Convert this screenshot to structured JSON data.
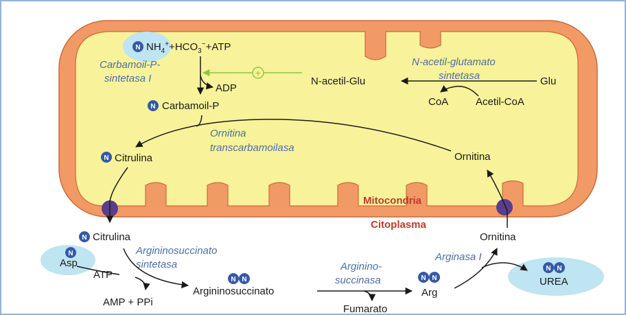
{
  "colors": {
    "membrane": "#f29a66",
    "matrix": "#f8f29a",
    "highlight": "#bfe4f2",
    "n_badge": "#3559a8",
    "transporter": "#5a3e8c",
    "activation": "#8cc63f",
    "enzyme_text": "#4a6fa5",
    "compartment_text": "#c0392b",
    "border": "#8fb4d6"
  },
  "icons": {
    "nitrogen_badge": "N",
    "activation_symbol": "+"
  },
  "compartments": {
    "mitochondria": "Mitocondria",
    "cytoplasm": "Citoplasma"
  },
  "metabolites": {
    "substrates": "NH4+ +HCO3- +ATP",
    "substrates_parts": {
      "a": "NH",
      "a_sub": "4",
      "a_sup": "+",
      "b": "+HCO",
      "b_sub": "3",
      "b_sup": "−",
      "c": "+ATP"
    },
    "adp": "ADP",
    "carbamoyl_p": "Carbamoil-P",
    "n_acetyl_glu": "N-acetil-Glu",
    "glu": "Glu",
    "coa": "CoA",
    "acetyl_coa": "Acetil-CoA",
    "citrulline_mito": "Citrulina",
    "ornithine_mito": "Ornitina",
    "citrulline_cyto": "Citrulina",
    "asp": "Asp",
    "atp": "ATP",
    "amp_ppi": "AMP + PPi",
    "argininosuccinate": "Argininosuccinato",
    "fumarate": "Fumarato",
    "arg": "Arg",
    "ornithine_cyto": "Ornitina",
    "urea": "UREA"
  },
  "enzymes": {
    "cps1_line1": "Carbamoil-P-",
    "cps1_line2": "sintetasa I",
    "nags_line1": "N-acetil-glutamato",
    "nags_line2": "sintetasa",
    "otc_line1": "Ornitina",
    "otc_line2": "transcarbamoilasa",
    "ass_line1": "Argininosuccinato",
    "ass_line2": "sintetasa",
    "asl_line1": "Arginino-",
    "asl_line2": "succinasa",
    "arginase": "Arginasa I"
  }
}
